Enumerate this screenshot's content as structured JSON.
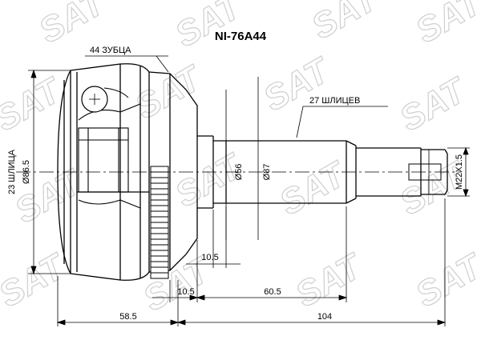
{
  "title": "NI-76A44",
  "labels": {
    "teeth": "44 ЗУБЦА",
    "splines_outer": "27 ШЛИЦЕВ",
    "splines_inner": "23 ШЛИЦА",
    "d_outer": "Ø86.5",
    "d_56": "Ø56",
    "d_87": "Ø87",
    "thread": "M22X1.5",
    "dim_10_5_upper": "10.5",
    "dim_10_5_lower": "10.5",
    "dim_60_5": "60.5",
    "dim_58_5": "58.5",
    "dim_104": "104"
  },
  "watermark": {
    "text": "SAT",
    "color": "#cfcfcf"
  },
  "colors": {
    "line": "#000000",
    "background": "#ffffff"
  }
}
